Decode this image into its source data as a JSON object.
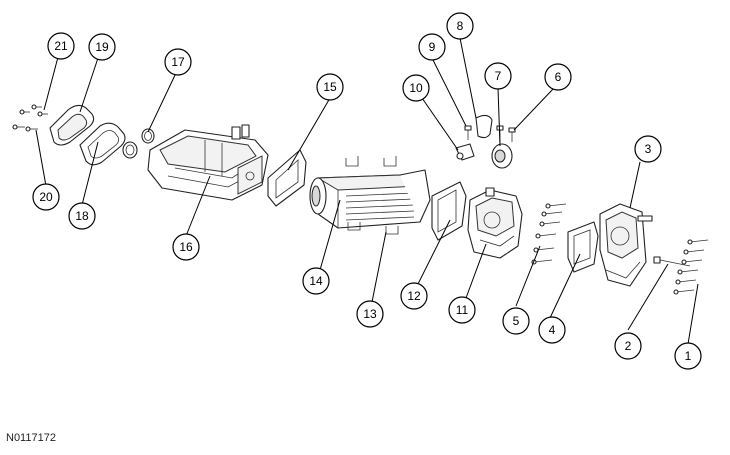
{
  "figure_id": "N0117172",
  "callouts": [
    "1",
    "2",
    "3",
    "4",
    "5",
    "6",
    "7",
    "8",
    "9",
    "10",
    "11",
    "12",
    "13",
    "14",
    "15",
    "16",
    "17",
    "18",
    "19",
    "20",
    "21"
  ]
}
